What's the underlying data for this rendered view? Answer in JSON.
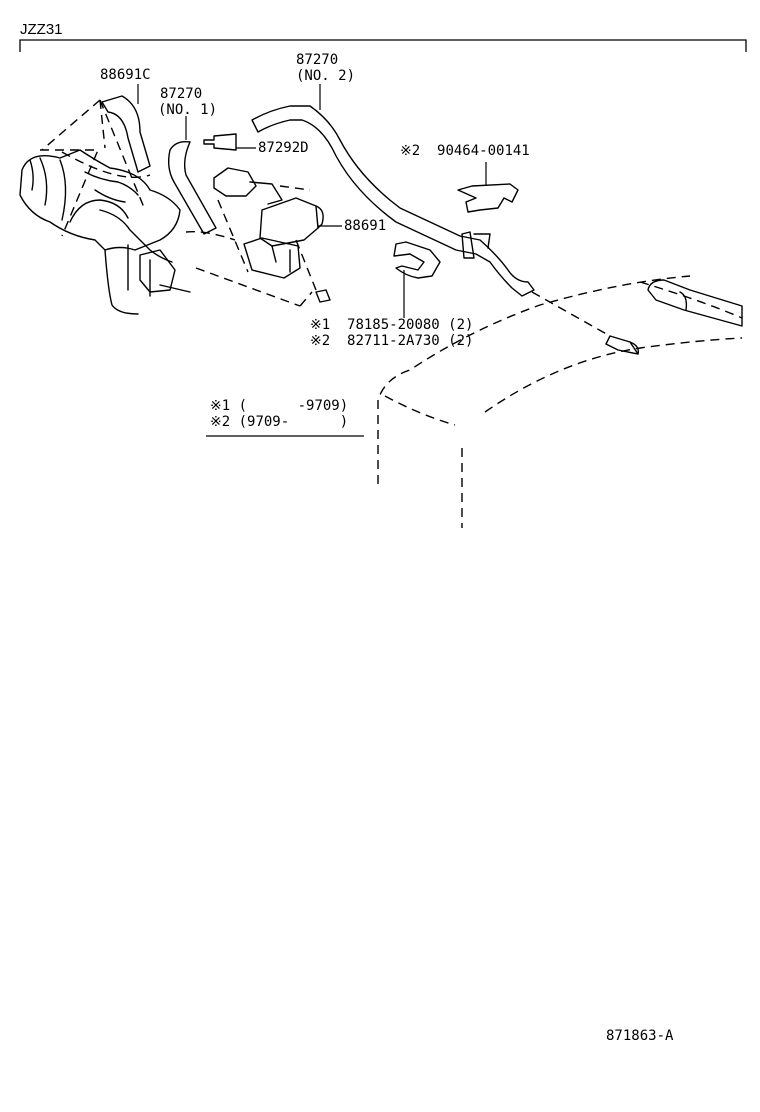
{
  "header": {
    "model_code": "JZZ31"
  },
  "callouts": {
    "hose_c": "88691C",
    "hose_no1_part": "87270",
    "hose_no1_name": "(NO. 1)",
    "hose_no2_part": "87270",
    "hose_no2_name": "(NO. 2)",
    "valve_fitting": "87292D",
    "vsv_assembly": "88691",
    "clamp_upper": "※2  90464-00141",
    "clamp_lower_1": "※1  78185-20080 (2)",
    "clamp_lower_2": "※2  82711-2A730 (2)"
  },
  "legend": {
    "row1": "※1 (      -9709)",
    "row2": "※2 (9709-      )"
  },
  "footer": {
    "figure_code": "871863-A"
  }
}
